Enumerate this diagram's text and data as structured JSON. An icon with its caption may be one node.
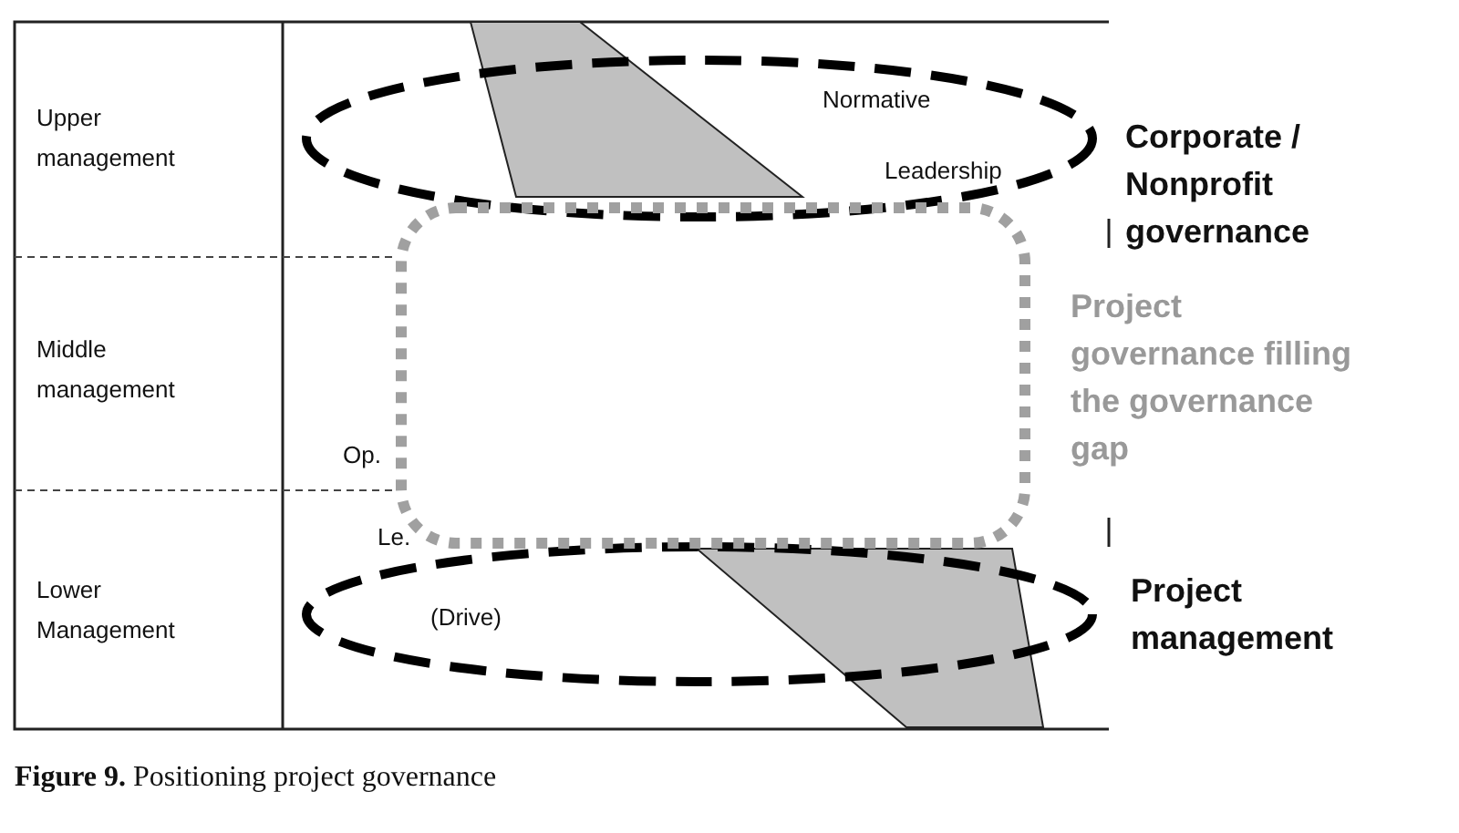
{
  "diagram": {
    "caption": "**Figure 9.** Positioning project governance",
    "nodes": [
      {
        "text": [],
        "shape": "band"
      },
      {
        "text": [],
        "shape": "ellipse",
        "beside": [
          "Corporate / Nonprofit governance"
        ]
      },
      {
        "text": [],
        "shape": "box",
        "beside": [
          "Project governance filling the governance gap"
        ]
      },
      {
        "text": [],
        "shape": "band"
      },
      {
        "text": [],
        "shape": "ellipse",
        "beside": [
          "Project management"
        ]
      }
    ],
    "labels": [
      "Upper management",
      "Middle management",
      "Lower Management",
      "Normative",
      "Leadership",
      "Op.",
      "Le.",
      "(Drive)"
    ]
  }
}
